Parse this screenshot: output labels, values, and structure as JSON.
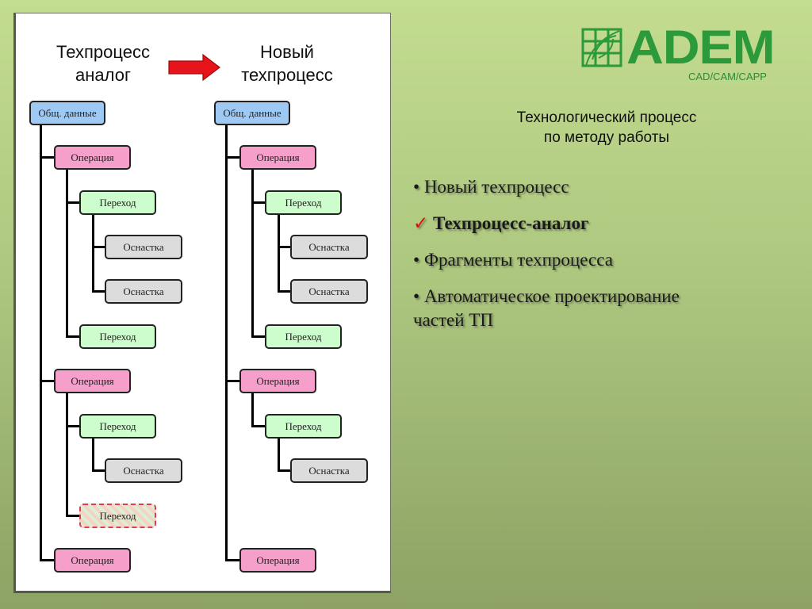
{
  "logo": {
    "brand": "ADEM",
    "subtitle": "CAD/CAM/CAPP",
    "brand_color": "#2c9a3a"
  },
  "diagram": {
    "left_title": [
      "Техпроцесс",
      "аналог"
    ],
    "right_title": [
      "Новый",
      "техпроцесс"
    ],
    "arrow_icon": "right-arrow",
    "arrow_color": "#e8141b",
    "left_tree": [
      {
        "label": "Общ. данные",
        "type": "root"
      },
      {
        "label": "Операция",
        "type": "operation"
      },
      {
        "label": "Переход",
        "type": "transition"
      },
      {
        "label": "Оснастка",
        "type": "tooling"
      },
      {
        "label": "Оснастка",
        "type": "tooling"
      },
      {
        "label": "Переход",
        "type": "transition"
      },
      {
        "label": "Операция",
        "type": "operation"
      },
      {
        "label": "Переход",
        "type": "transition"
      },
      {
        "label": "Оснастка",
        "type": "tooling"
      },
      {
        "label": "Переход",
        "type": "transition-removed"
      },
      {
        "label": "Операция",
        "type": "operation"
      }
    ],
    "right_tree": [
      {
        "label": "Общ. данные",
        "type": "root"
      },
      {
        "label": "Операция",
        "type": "operation"
      },
      {
        "label": "Переход",
        "type": "transition"
      },
      {
        "label": "Оснастка",
        "type": "tooling"
      },
      {
        "label": "Оснастка",
        "type": "tooling"
      },
      {
        "label": "Переход",
        "type": "transition"
      },
      {
        "label": "Операция",
        "type": "operation"
      },
      {
        "label": "Переход",
        "type": "transition"
      },
      {
        "label": "Оснастка",
        "type": "tooling"
      },
      {
        "label": "Операция",
        "type": "operation"
      }
    ]
  },
  "content": {
    "heading": [
      "Технологический процесс",
      "по методу работы"
    ],
    "bullets": [
      {
        "marker": "•",
        "text": "Новый техпроцесс",
        "selected": false
      },
      {
        "marker": "✓",
        "text": "Техпроцесс-аналог",
        "selected": true
      },
      {
        "marker": "•",
        "text": "Фрагменты техпроцесса",
        "selected": false
      },
      {
        "marker": "•",
        "text": "Автоматическое проектирование частей ТП",
        "selected": false
      }
    ]
  }
}
